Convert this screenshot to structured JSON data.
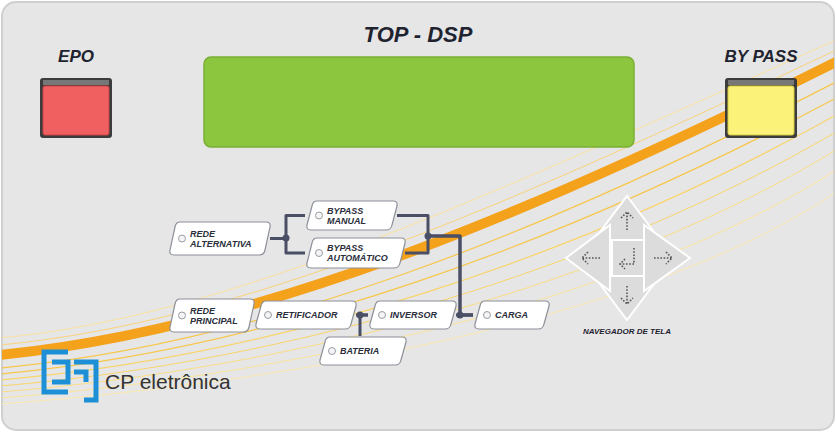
{
  "diagram": {
    "title": "TOP - DSP",
    "nodes": [
      {
        "text": [
          "REDE ALTERNATIVA"
        ]
      },
      {
        "text": [
          "BYPASS MANUAL"
        ]
      },
      {
        "text": [
          "BYPASS AUTOMÁTICO"
        ]
      },
      {
        "text": [
          "REDE PRINCIPAL"
        ]
      },
      {
        "text": [
          "RETIFICADOR"
        ]
      },
      {
        "text": [
          "INVERSOR"
        ]
      },
      {
        "text": [
          "BATERIA"
        ]
      },
      {
        "text": [
          "CARGA"
        ]
      }
    ],
    "edges": [
      {
        "from": 0,
        "to": 1,
        "arrow": "none"
      },
      {
        "from": 0,
        "to": 2,
        "arrow": "none"
      },
      {
        "from": 1,
        "to": 7,
        "arrow": "none"
      },
      {
        "from": 2,
        "to": 7,
        "arrow": "none"
      },
      {
        "from": 3,
        "to": 4,
        "arrow": "none"
      },
      {
        "from": 4,
        "to": 5,
        "arrow": "none"
      },
      {
        "from": 6,
        "to": 5,
        "arrow": "none"
      },
      {
        "from": 5,
        "to": 7,
        "arrow": "none"
      }
    ],
    "labels": [
      "EPO",
      "BY PASS",
      "NAVEGADOR DE TELA",
      "CP eletrônica"
    ]
  }
}
